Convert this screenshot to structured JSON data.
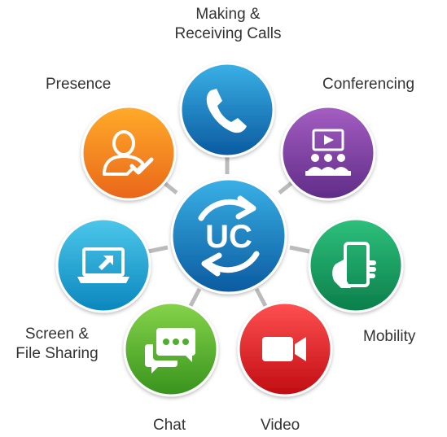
{
  "center": {
    "text": "UC",
    "icon": "cycle-arrows-icon",
    "colors": [
      "#3ab0e6",
      "#0a5a9f"
    ]
  },
  "nodes": [
    {
      "id": "calls",
      "label_lines": [
        "Making &",
        "Receiving Calls"
      ],
      "icon": "phone-icon",
      "colors": [
        "#3ab0e6",
        "#0a5a9f"
      ]
    },
    {
      "id": "conferencing",
      "label_lines": [
        "Conferencing"
      ],
      "icon": "conference-icon",
      "colors": [
        "#a45ec2",
        "#5f2c86"
      ]
    },
    {
      "id": "mobility",
      "label_lines": [
        "Mobility"
      ],
      "icon": "mobile-hand-icon",
      "colors": [
        "#2ec07c",
        "#0b7e4a"
      ]
    },
    {
      "id": "video",
      "label_lines": [
        "Video"
      ],
      "icon": "video-camera-icon",
      "colors": [
        "#ff5050",
        "#c00c12"
      ]
    },
    {
      "id": "chat",
      "label_lines": [
        "Chat"
      ],
      "icon": "chat-bubbles-icon",
      "colors": [
        "#86d34a",
        "#37931d"
      ]
    },
    {
      "id": "screen",
      "label_lines": [
        "Screen &",
        "File Sharing"
      ],
      "icon": "laptop-share-icon",
      "colors": [
        "#4cc7ea",
        "#0b86bd"
      ]
    },
    {
      "id": "presence",
      "label_lines": [
        "Presence"
      ],
      "icon": "user-check-icon",
      "colors": [
        "#ffab2a",
        "#e9661a"
      ]
    }
  ],
  "connector_color": "#bbbbbb",
  "label_color": "#333333"
}
